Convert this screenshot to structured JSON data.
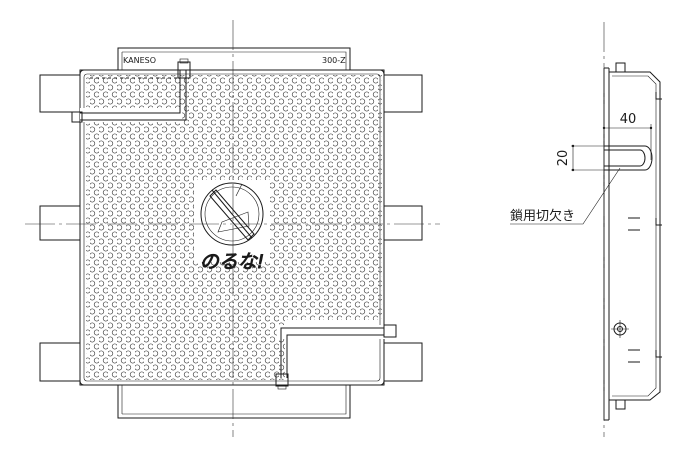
{
  "labels": {
    "brand": "KANESO",
    "model": "300-Z",
    "warning_text": "のるな!",
    "dim_width": "40",
    "dim_height": "20",
    "callout": "鎖用切欠き"
  },
  "colors": {
    "line": "#1a1a1a",
    "background": "#ffffff"
  },
  "icons": {
    "no_stepping": "no-stepping-symbol-icon"
  }
}
